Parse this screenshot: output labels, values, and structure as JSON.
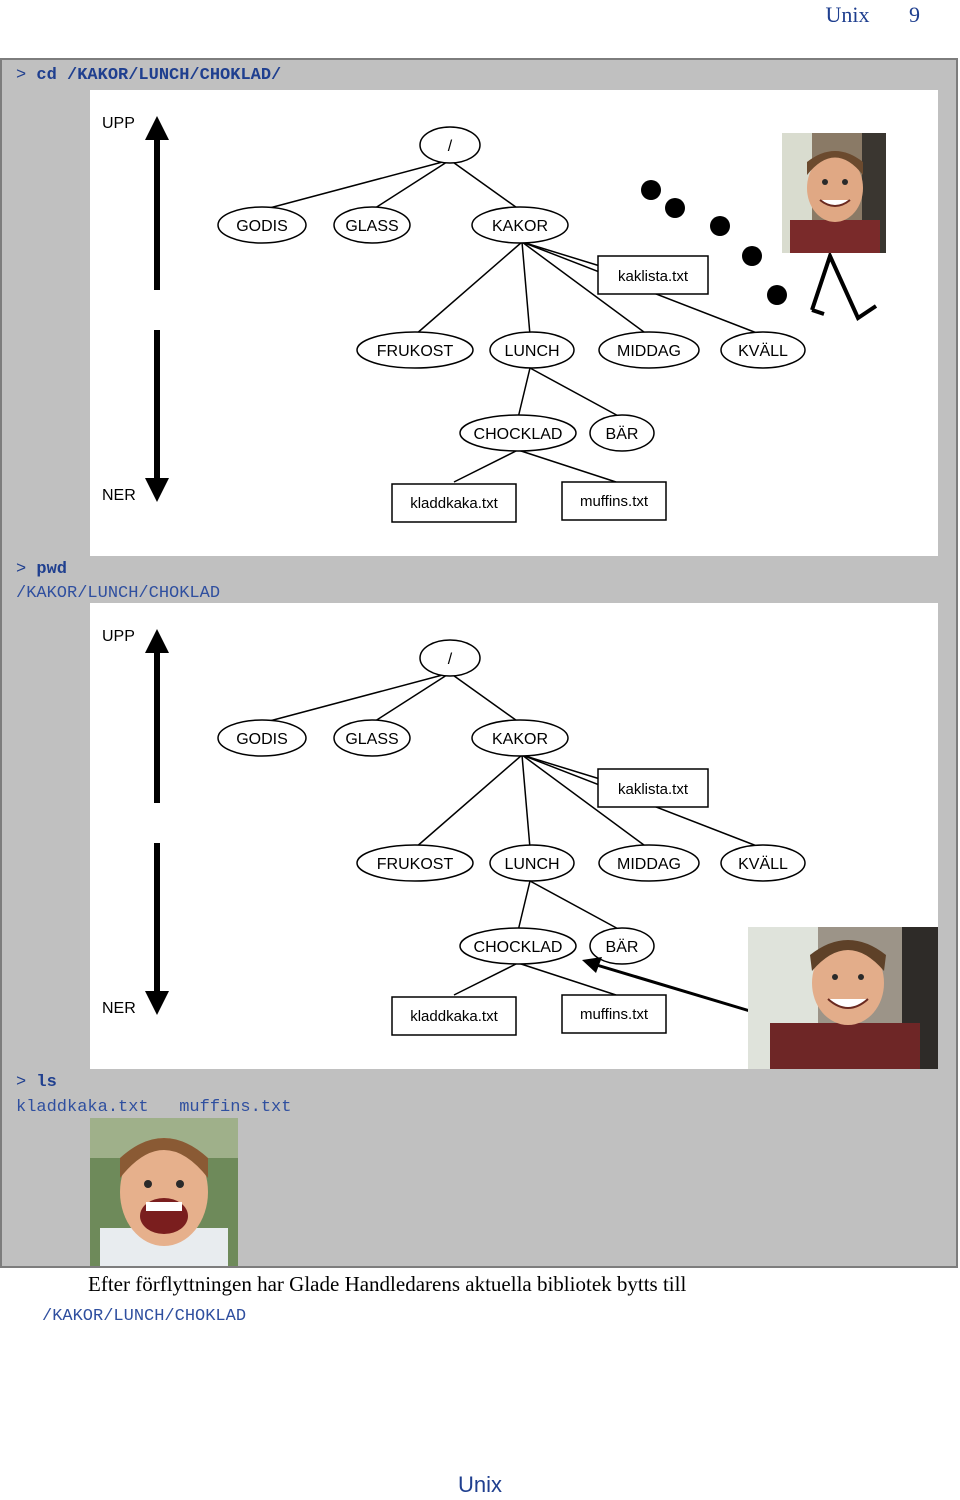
{
  "header": {
    "title": "Unix",
    "page_number": "9"
  },
  "terminal": {
    "cmd1": {
      "prompt": ">",
      "command": "cd /KAKOR/LUNCH/CHOKLAD/"
    },
    "cmd2": {
      "prompt": ">",
      "command": "pwd",
      "output": "/KAKOR/LUNCH/CHOKLAD"
    },
    "cmd3": {
      "prompt": ">",
      "command": "ls",
      "output": "kladdkaka.txt   muffins.txt"
    }
  },
  "tree": {
    "up_label": "UPP",
    "down_label": "NER",
    "root": "/",
    "level1": [
      "GODIS",
      "GLASS",
      "KAKOR"
    ],
    "file1": "kaklista.txt",
    "level2": [
      "FRUKOST",
      "LUNCH",
      "MIDDAG",
      "KVÄLL"
    ],
    "level3": [
      "CHOCKLAD",
      "BÄR"
    ],
    "files": [
      "kladdkaka.txt",
      "muffins.txt"
    ]
  },
  "caption": {
    "text": "Efter förflyttningen har Glade Handledarens aktuella bibliotek bytts till",
    "path": "/KAKOR/LUNCH/CHOKLAD"
  },
  "footer": {
    "text": "Unix"
  },
  "colors": {
    "accent": "#1f3f8f",
    "panel": "#c0c0c0"
  }
}
